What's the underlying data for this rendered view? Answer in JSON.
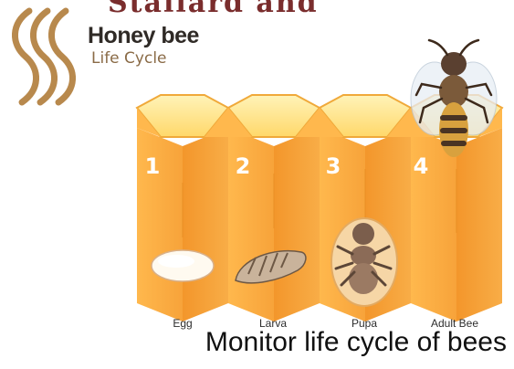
{
  "header": {
    "partial_title": "Stallard  and",
    "logo_title": "Honey bee",
    "logo_subtitle": "Life Cycle"
  },
  "stages": [
    {
      "number": "1",
      "label": "Egg"
    },
    {
      "number": "2",
      "label": "Larva"
    },
    {
      "number": "3",
      "label": "Pupa"
    },
    {
      "number": "4",
      "label": "Adult Bee"
    }
  ],
  "caption": "Monitor life cycle of bees",
  "colors": {
    "comb_light": "#ffe79a",
    "comb_mid": "#f7b542",
    "comb_dark": "#e8902a",
    "logo_gold": "#b8894d"
  }
}
